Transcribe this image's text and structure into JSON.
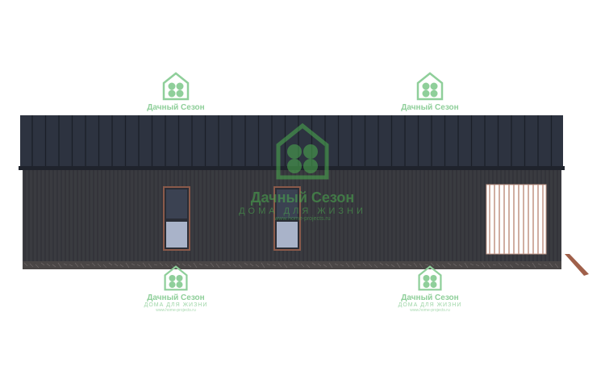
{
  "drawing": {
    "view": "facade-elevation",
    "colors": {
      "roof": "#2d3340",
      "roof_seam": "#1b1f28",
      "wall": "#3a3b40",
      "wall_seam": "#2a2b30",
      "foundation": "#4a4646",
      "window_frame": "#8a5a4a",
      "window_glass": "#a9b3c9",
      "slats": "#c49a8a"
    }
  },
  "watermark": {
    "brand": "Дачный Сезон",
    "tagline": "ДОМА ДЛЯ ЖИЗНИ",
    "url": "www.home-projects.ru",
    "color": "#8fcf9a",
    "icon": "house-leaf-icon"
  }
}
